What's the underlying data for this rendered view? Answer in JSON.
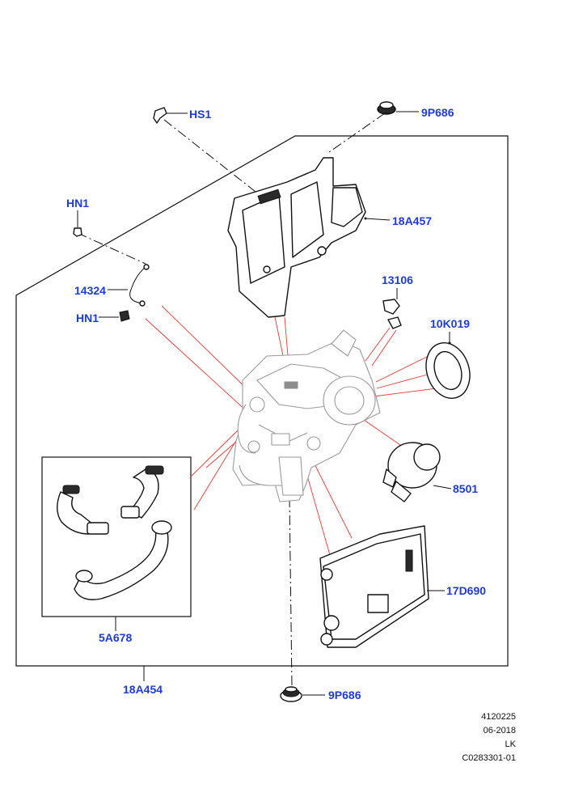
{
  "callouts": {
    "hs1": "HS1",
    "p9p686_top": "9P686",
    "hn1_top": "HN1",
    "p18a457": "18A457",
    "p14324": "14324",
    "hn1_mid": "HN1",
    "p13106": "13106",
    "p10k019": "10K019",
    "p8501": "8501",
    "p5a678": "5A678",
    "p17d690": "17D690",
    "p18a454": "18A454",
    "p9p686_bottom": "9P686"
  },
  "reference": {
    "code": "4120225",
    "date": "06-2018",
    "initials": "LK",
    "doc_id": "C0283301-01"
  },
  "colors": {
    "callout_text": "#1f3ad6",
    "linework": "#111111",
    "ghost_lines": "#9a9a9a",
    "connection_lines": "#e23a3a"
  }
}
